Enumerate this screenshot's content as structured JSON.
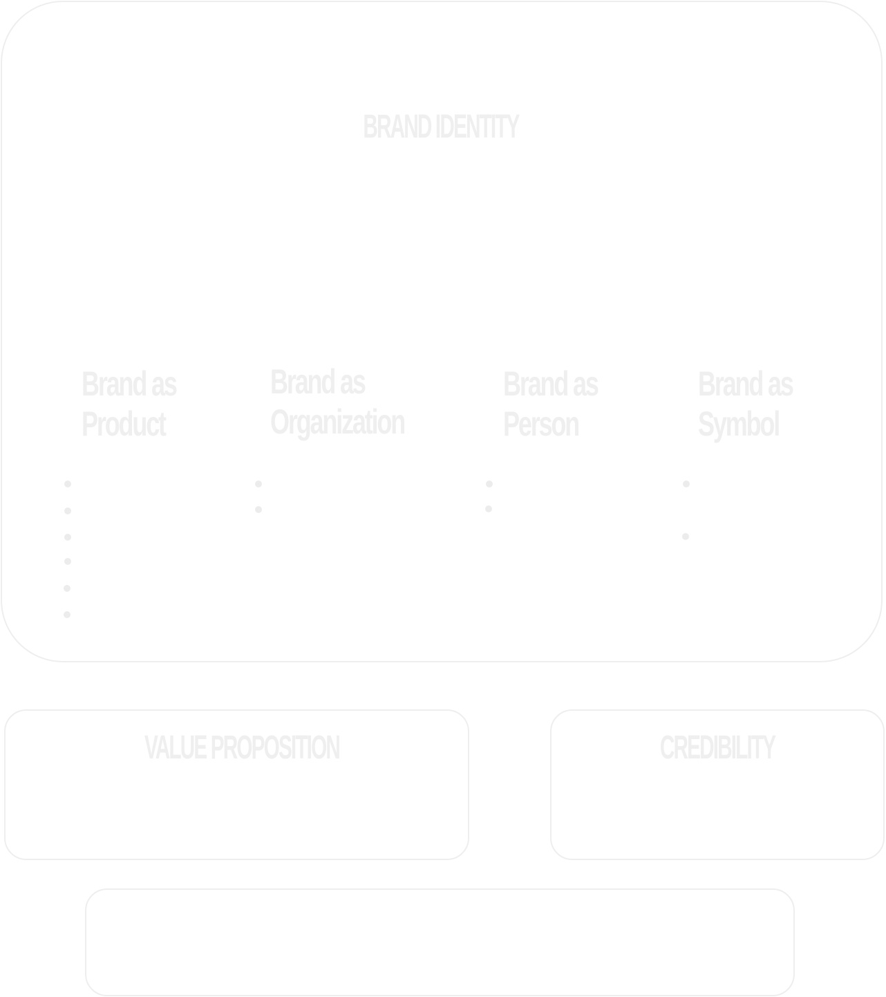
{
  "brand_identity": {
    "title": "BRAND IDENTITY",
    "columns": [
      {
        "line1": "Brand as",
        "line2": "Product",
        "bullet_count": 6
      },
      {
        "line1": "Brand as",
        "line2": "Organization",
        "bullet_count": 2
      },
      {
        "line1": "Brand as",
        "line2": "Person",
        "bullet_count": 2
      },
      {
        "line1": "Brand as",
        "line2": "Symbol",
        "bullet_count": 2
      }
    ]
  },
  "value_proposition": {
    "title": "VALUE PROPOSITION"
  },
  "credibility": {
    "title": "CREDIBILITY"
  },
  "colors": {
    "border": "#eeeeee",
    "text": "#efefef",
    "bullet": "#ececec",
    "background": "#ffffff"
  }
}
